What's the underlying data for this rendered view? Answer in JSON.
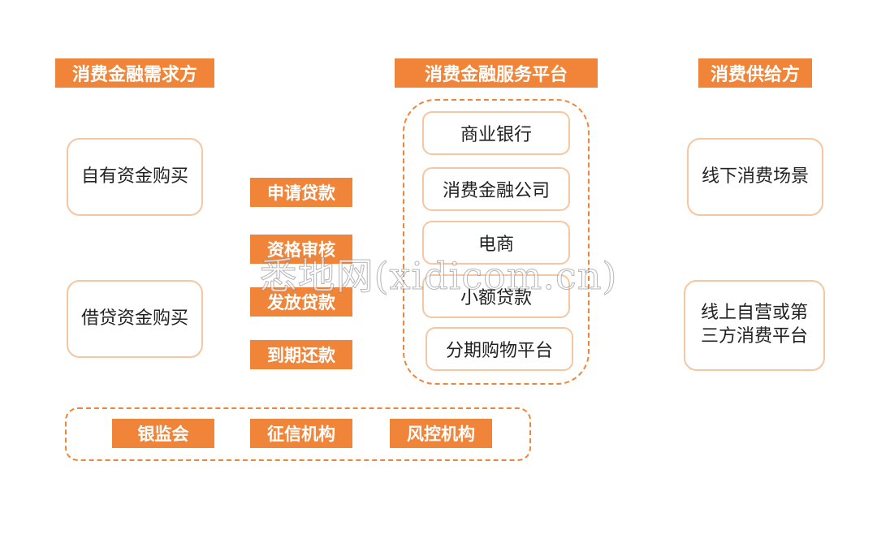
{
  "headers": {
    "demand": "消费金融需求方",
    "platform": "消费金融服务平台",
    "supply": "消费供给方"
  },
  "demand_boxes": [
    "自有资金购买",
    "借贷资金购买"
  ],
  "process_labels": [
    "申请贷款",
    "资格审核",
    "发放贷款",
    "到期还款"
  ],
  "platform_items": [
    "商业银行",
    "消费金融公司",
    "电商",
    "小额贷款",
    "分期购物平台"
  ],
  "supply_boxes": {
    "offline": "线下消费场景",
    "online_line1": "线上自营或第",
    "online_line2": "三方消费平台"
  },
  "regulators": [
    "银监会",
    "征信机构",
    "风控机构"
  ],
  "watermark": "悉地网(xidicom.cn)",
  "colors": {
    "accent": "#f0853a",
    "box_border": "#f6c6a1"
  }
}
